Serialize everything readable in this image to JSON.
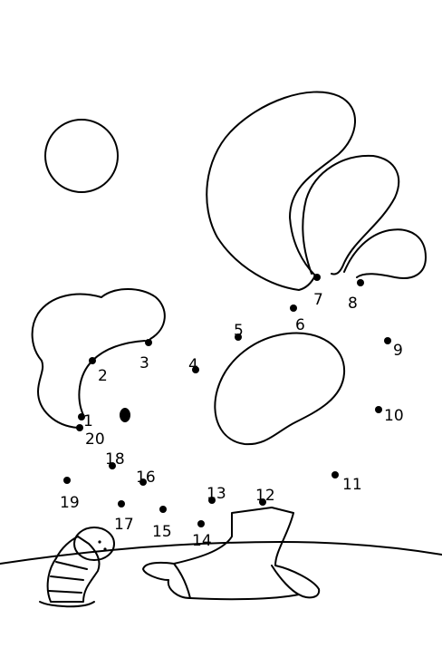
{
  "dots": [
    {
      "n": "1"
    },
    {
      "n": "2"
    },
    {
      "n": "3"
    },
    {
      "n": "4"
    },
    {
      "n": "5"
    },
    {
      "n": "6"
    },
    {
      "n": "7"
    },
    {
      "n": "8"
    },
    {
      "n": "9"
    },
    {
      "n": "10"
    },
    {
      "n": "11"
    },
    {
      "n": "12"
    },
    {
      "n": "13"
    },
    {
      "n": "14"
    },
    {
      "n": "15"
    },
    {
      "n": "16"
    },
    {
      "n": "17"
    },
    {
      "n": "18"
    },
    {
      "n": "19"
    },
    {
      "n": "20"
    }
  ]
}
